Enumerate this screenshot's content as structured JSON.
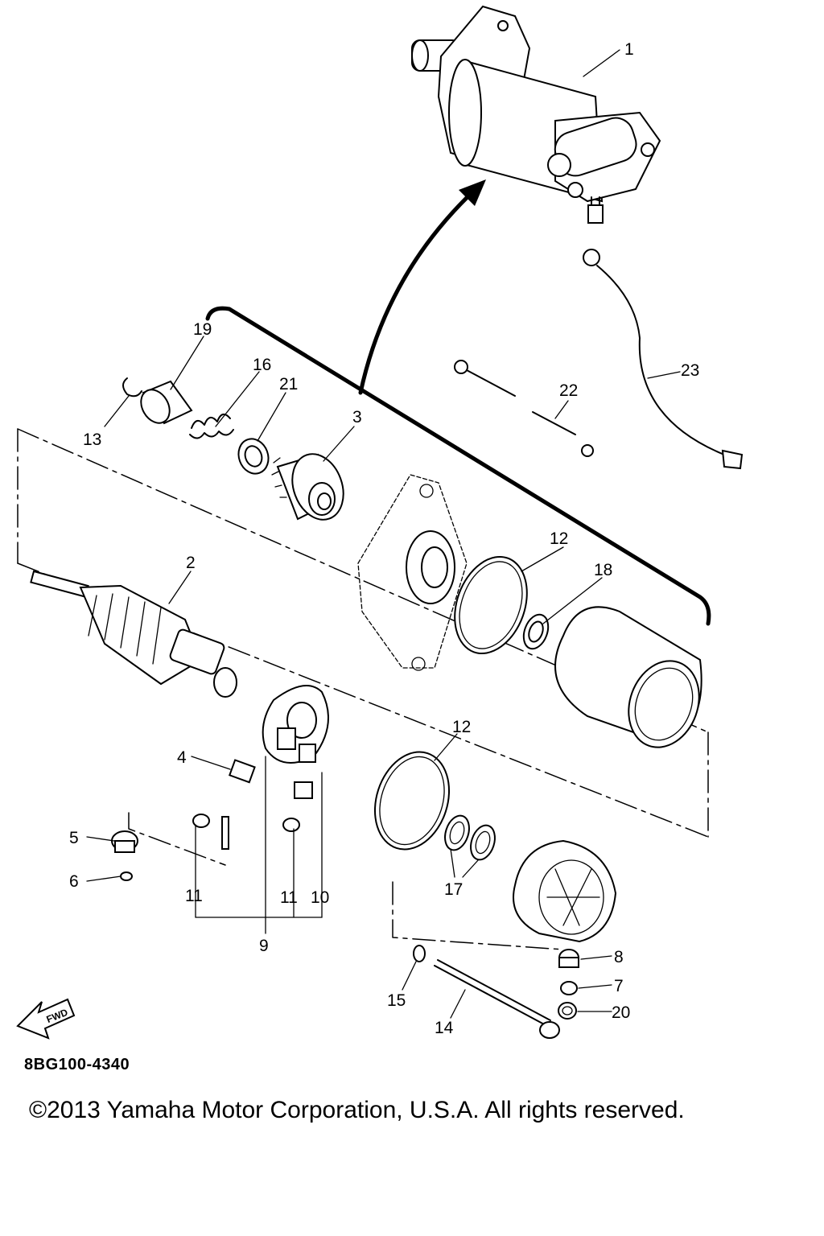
{
  "drawing_code": "8BG100-4340",
  "copyright": "©2013 Yamaha Motor Corporation, U.S.A. All rights reserved.",
  "fwd_label": "FWD",
  "callouts": {
    "c1": "1",
    "c2": "2",
    "c3": "3",
    "c4": "4",
    "c5": "5",
    "c6": "6",
    "c7": "7",
    "c8": "8",
    "c9": "9",
    "c10": "10",
    "c11a": "11",
    "c11b": "11",
    "c12a": "12",
    "c12b": "12",
    "c13": "13",
    "c14": "14",
    "c15": "15",
    "c16": "16",
    "c17": "17",
    "c18": "18",
    "c19": "19",
    "c20": "20",
    "c21": "21",
    "c22": "22",
    "c23": "23"
  },
  "icons": {
    "fwd_arrow": "fwd-arrow-icon"
  }
}
